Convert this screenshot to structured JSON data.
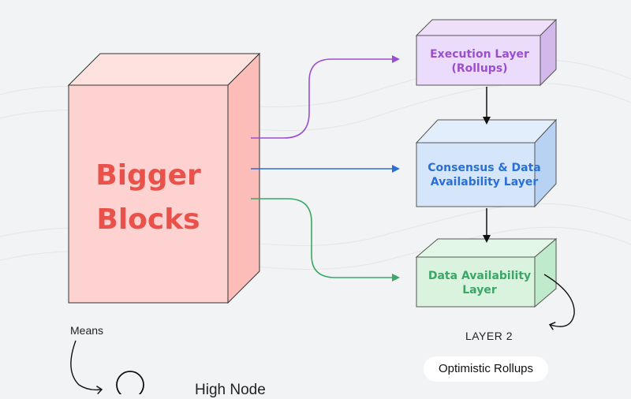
{
  "main_block": {
    "label_line1": "Bigger",
    "label_line2": "Blocks",
    "fill": "#fdd2d0",
    "text_color": "#e8524a"
  },
  "layers": {
    "execution": {
      "line1": "Execution Layer",
      "line2": "(Rollups)",
      "color": "#9b4fd0"
    },
    "consensus": {
      "line1": "Consensus & Data",
      "line2": "Availability Layer",
      "color": "#2a6fd6"
    },
    "data_availability": {
      "line1": "Data Availability",
      "line2": "Layer",
      "color": "#3aa766"
    }
  },
  "means_label": "Means",
  "layer2": {
    "title": "LAYER 2",
    "items": [
      "Optimistic Rollups"
    ]
  },
  "high_node_text": "High Node"
}
